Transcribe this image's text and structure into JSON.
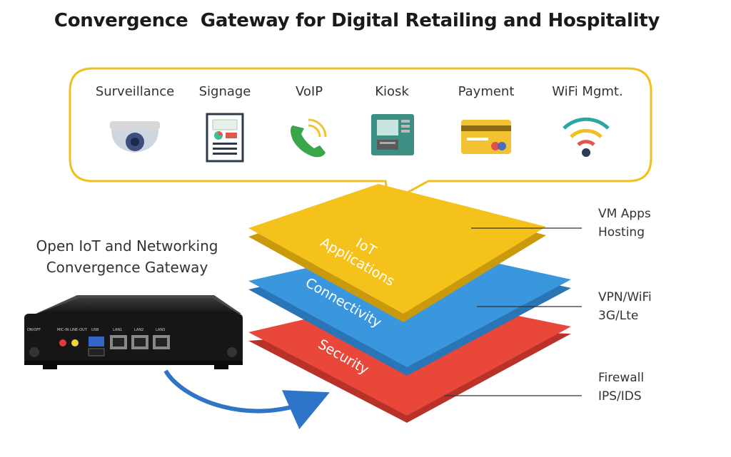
{
  "title": "Convergence  Gateway for Digital Retailing and Hospitality",
  "applications": [
    {
      "label": "Surveillance",
      "icon": "camera-icon"
    },
    {
      "label": "Signage",
      "icon": "signage-icon"
    },
    {
      "label": "VoIP",
      "icon": "phone-icon"
    },
    {
      "label": "Kiosk",
      "icon": "kiosk-icon"
    },
    {
      "label": "Payment",
      "icon": "credit-card-icon"
    },
    {
      "label": "WiFi Mgmt.",
      "icon": "wifi-icon"
    }
  ],
  "gateway": {
    "label_line1": "Open IoT and Networking",
    "label_line2": "Convergence Gateway",
    "port_labels": [
      "ON/OFF",
      "MIC-IN",
      "LINE-OUT",
      "USB",
      "LAN1",
      "LAN2",
      "LAN3"
    ]
  },
  "layers": [
    {
      "name": "IoT",
      "name2": "Applications",
      "color": "#f4c21a",
      "side_line1": "VM Apps",
      "side_line2": "Hosting"
    },
    {
      "name": "Connectivity",
      "color": "#3a97dd",
      "side_line1": "VPN/WiFi",
      "side_line2": "3G/Lte"
    },
    {
      "name": "Security",
      "color": "#e8473a",
      "side_line1": "Firewall",
      "side_line2": "IPS/IDS"
    }
  ],
  "colors": {
    "callout_border": "#f0c020",
    "arrow": "#2e74c9"
  }
}
